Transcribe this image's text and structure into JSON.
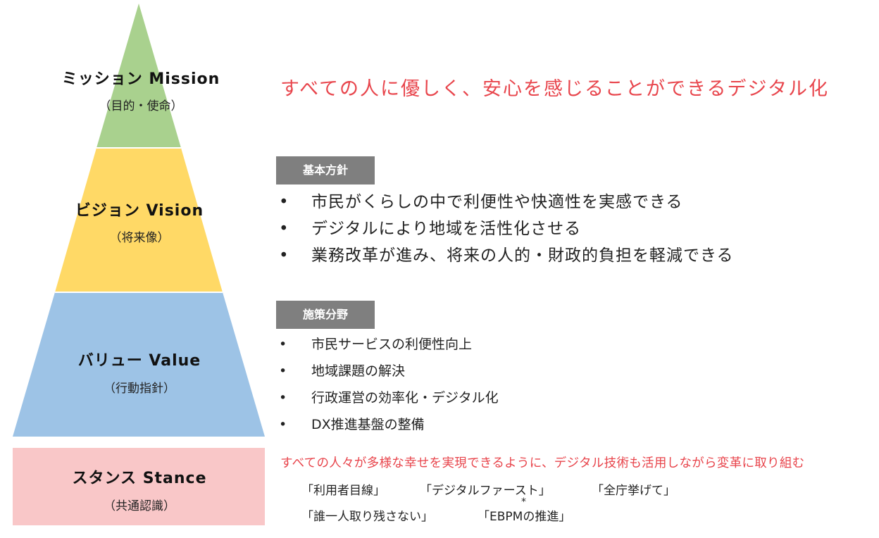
{
  "pyramid": {
    "mission": {
      "title": "ミッション Mission",
      "subtitle": "（目的・使命）",
      "color": "#a9d18e"
    },
    "vision": {
      "title": "ビジョン Vision",
      "subtitle": "（将来像）",
      "color": "#ffd966"
    },
    "value": {
      "title": "バリュー Value",
      "subtitle": "（行動指針）",
      "color": "#9dc3e6"
    },
    "stance": {
      "title": "スタンス Stance",
      "subtitle": "（共通認識）",
      "color": "#f9c7c8"
    }
  },
  "mission_statement": "すべての人に優しく、安心を感じることができるデジタル化",
  "basic_policy": {
    "tag": "基本方針",
    "items": [
      "市民がくらしの中で利便性や快適性を実感できる",
      "デジタルにより地域を活性化させる",
      "業務改革が進み、将来の人的・財政的負担を軽減できる"
    ]
  },
  "policy_fields": {
    "tag": "施策分野",
    "items": [
      "市民サービスの利便性向上",
      "地域課題の解決",
      "行政運営の効率化・デジタル化",
      "DX推進基盤の整備"
    ]
  },
  "bullet": "•",
  "stance": {
    "statement": "すべての人々が多様な幸せを実現できるように、デジタル技術も活用しながら変革に取り組む",
    "quotes": [
      "「利用者目線」",
      "「デジタルファースト」",
      "「全庁挙げて」",
      "「誰一人取り残さない」",
      "「EBPMの推進」"
    ],
    "footnote_mark": "*"
  },
  "colors": {
    "accent_red": "#e8454c",
    "tag_gray": "#7f7f7f"
  }
}
